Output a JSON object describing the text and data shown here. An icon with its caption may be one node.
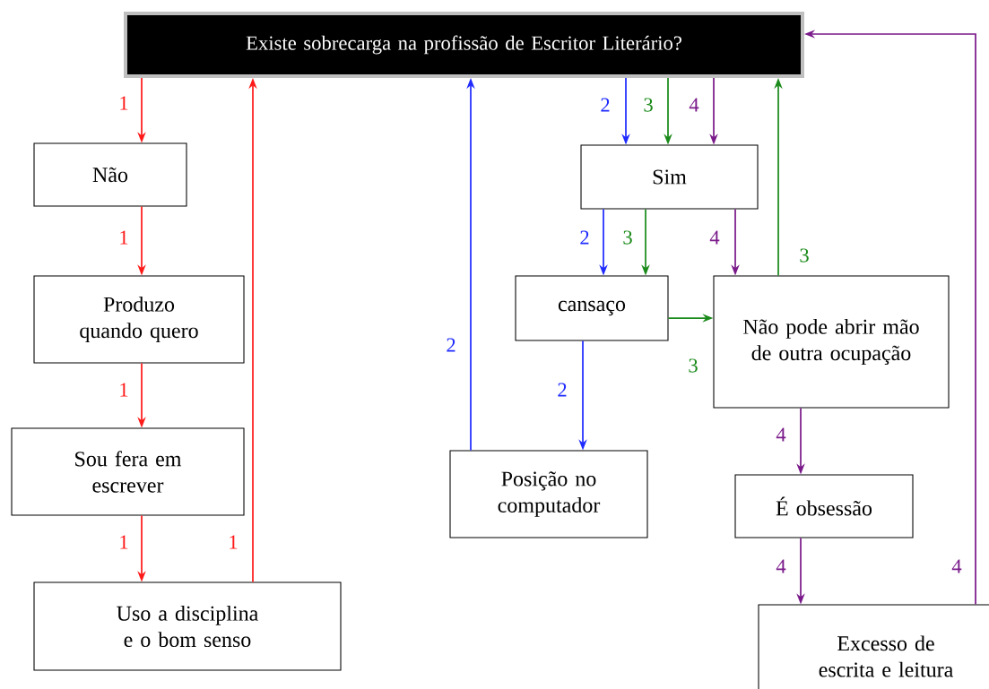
{
  "diagram": {
    "nodes": [
      {
        "text": [
          "Existe sobrecarga na profissão de Escritor Literário?"
        ]
      },
      {
        "text": [
          "Não"
        ]
      },
      {
        "text": [
          "Produzo quando quero"
        ]
      },
      {
        "text": [
          "Sou fera em escrever"
        ]
      },
      {
        "text": [
          "Uso a disciplina e o bom senso"
        ]
      },
      {
        "text": [
          "Sim"
        ]
      },
      {
        "text": [
          "cansaço"
        ]
      },
      {
        "text": [
          "Não pode abrir mão de outra ocupação"
        ]
      },
      {
        "text": [
          "Posição no computador"
        ]
      },
      {
        "text": [
          "É obsessão"
        ]
      },
      {
        "text": [
          "Excesso de escrita e leitura"
        ]
      }
    ],
    "edges": [
      {
        "from": 0,
        "to": 1,
        "arrow": "to",
        "label": "1",
        "color": "#ff1a1a"
      },
      {
        "from": 1,
        "to": 2,
        "arrow": "to",
        "label": "1",
        "color": "#ff1a1a"
      },
      {
        "from": 2,
        "to": 3,
        "arrow": "to",
        "label": "1",
        "color": "#ff1a1a"
      },
      {
        "from": 3,
        "to": 4,
        "arrow": "to",
        "label": "1",
        "color": "#ff1a1a"
      },
      {
        "from": 4,
        "to": 0,
        "arrow": "to",
        "label": "1",
        "color": "#ff1a1a"
      },
      {
        "from": 0,
        "to": 5,
        "arrow": "to",
        "label": "2",
        "color": "#1f2bff"
      },
      {
        "from": 0,
        "to": 5,
        "arrow": "to",
        "label": "3",
        "color": "#1a8a1a"
      },
      {
        "from": 0,
        "to": 5,
        "arrow": "to",
        "label": "4",
        "color": "#7a1a8a"
      },
      {
        "from": 5,
        "to": 6,
        "arrow": "to",
        "label": "2",
        "color": "#1f2bff"
      },
      {
        "from": 5,
        "to": 6,
        "arrow": "to",
        "label": "3",
        "color": "#1a8a1a"
      },
      {
        "from": 5,
        "to": 7,
        "arrow": "to",
        "label": "4",
        "color": "#7a1a8a"
      },
      {
        "from": 6,
        "to": 7,
        "arrow": "to",
        "label": "3",
        "color": "#1a8a1a"
      },
      {
        "from": 7,
        "to": 0,
        "arrow": "to",
        "label": "3",
        "color": "#1a8a1a"
      },
      {
        "from": 6,
        "to": 8,
        "arrow": "to",
        "label": "2",
        "color": "#1f2bff"
      },
      {
        "from": 8,
        "to": 0,
        "arrow": "to",
        "label": "2",
        "color": "#1f2bff"
      },
      {
        "from": 7,
        "to": 9,
        "arrow": "to",
        "label": "4",
        "color": "#7a1a8a"
      },
      {
        "from": 9,
        "to": 10,
        "arrow": "to",
        "label": "4",
        "color": "#7a1a8a"
      },
      {
        "from": 10,
        "to": 0,
        "arrow": "to",
        "label": "4",
        "color": "#7a1a8a"
      }
    ]
  }
}
